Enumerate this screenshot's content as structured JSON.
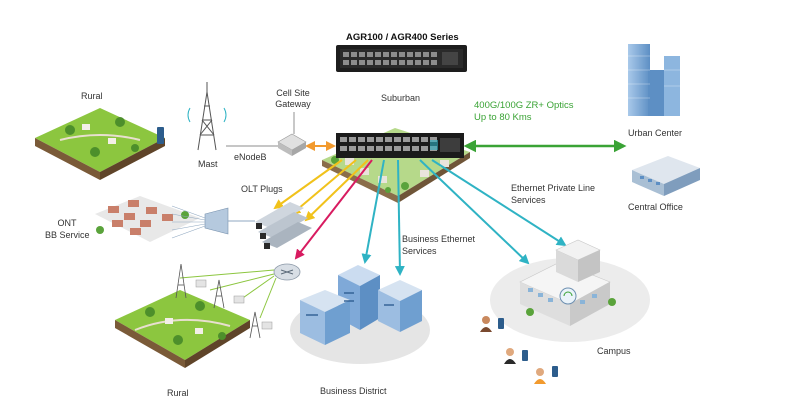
{
  "header": {
    "series_title": "AGR100 / AGR400 Series"
  },
  "optics": {
    "line1": "400G/100G ZR+ Optics",
    "line2": "Up to 80 Kms"
  },
  "labels": {
    "rural_top": "Rural",
    "mast": "Mast",
    "enodeb": "eNodeB",
    "cell_site_line1": "Cell Site",
    "cell_site_line2": "Gateway",
    "suburban": "Suburban",
    "urban_center": "Urban Center",
    "central_office": "Central Office",
    "olt_plugs": "OLT Plugs",
    "ont_line1": "ONT",
    "ont_line2": "BB Service",
    "epl_line1": "Ethernet Private Line",
    "epl_line2": "Services",
    "be_line1": "Business Ethernet",
    "be_line2": "Services",
    "rural_bottom": "Rural",
    "business_district": "Business District",
    "campus": "Campus"
  },
  "colors": {
    "green_link": "#3aa335",
    "yellow_link": "#f1c21b",
    "magenta_link": "#d81b60",
    "teal_link": "#2fb3c4",
    "orange_link": "#f29a2e",
    "grass": "#8cc63f",
    "building_blue": "#6fa8dc"
  }
}
